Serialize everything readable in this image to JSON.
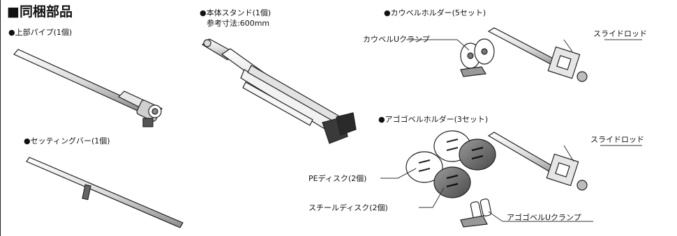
{
  "title": "■同梱部品",
  "parts": {
    "upper_pipe": "●上部パイプ(1個)",
    "main_stand": "●本体スタンド(1個)",
    "main_stand_note": "参考寸法:600mm",
    "cowbell_holder": "●カウベルホルダー(5セット)",
    "setting_bar": "●セッティングバー(1個)",
    "agogo_holder": "●アゴゴベルホルダー(3セット)"
  },
  "callouts": {
    "cowbell_u_clamp": "カウベルUクランプ",
    "slide_rod_1": "スライドロッド",
    "slide_rod_2": "スライドロッド",
    "pe_disk": "PEディスク(2個)",
    "steel_disk": "スチールディスク(2個)",
    "agogo_u_clamp": "アゴゴベルUクランプ"
  }
}
